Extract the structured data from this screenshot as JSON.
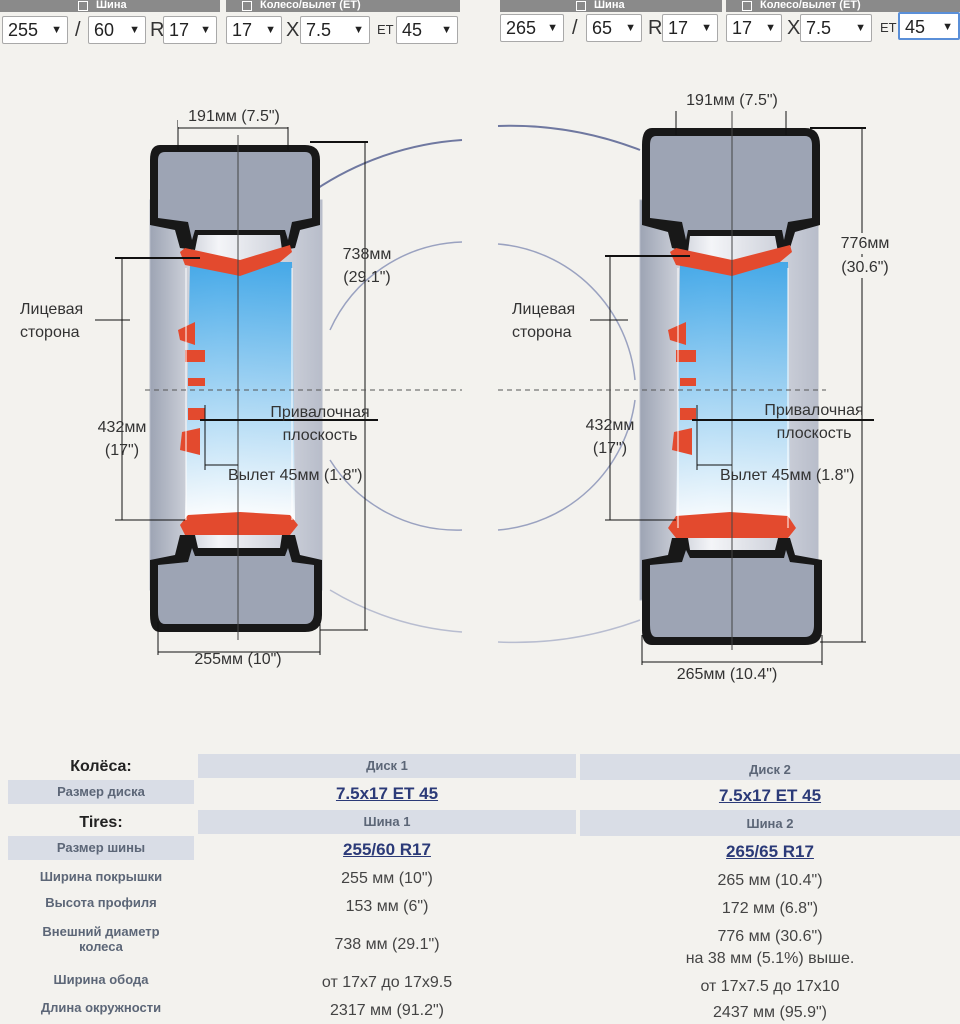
{
  "header": {
    "left": {
      "tire_tab": "Шина",
      "wheel_tab": "Колесо/вылет (ET)",
      "width": "255",
      "sep": "/",
      "profile": "60",
      "r": "R",
      "tire_dia": "17",
      "rim_dia": "17",
      "x": "X",
      "rim_w": "7.5",
      "et_label": "ET",
      "et": "45"
    },
    "right": {
      "tire_tab": "Шина",
      "wheel_tab": "Колесо/вылет (ET)",
      "width": "265",
      "sep": "/",
      "profile": "65",
      "r": "R",
      "tire_dia": "17",
      "rim_dia": "17",
      "x": "X",
      "rim_w": "7.5",
      "et_label": "ET",
      "et": "45"
    }
  },
  "diagram": {
    "left": {
      "rim_width": "191мм (7.5\")",
      "outer_dia": "738мм",
      "outer_dia_in": "(29.1\")",
      "face_side_1": "Лицевая",
      "face_side_2": "сторона",
      "rim_dia": "432мм",
      "rim_dia_in": "(17\")",
      "mount_1": "Привалочная",
      "mount_2": "плоскость",
      "offset": "Вылет 45мм (1.8\")",
      "tire_width": "255мм (10\")"
    },
    "right": {
      "rim_width": "191мм (7.5\")",
      "outer_dia": "776мм",
      "outer_dia_in": "(30.6\")",
      "face_side_1": "Лицевая",
      "face_side_2": "сторона",
      "rim_dia": "432мм",
      "rim_dia_in": "(17\")",
      "mount_1": "Привалочная",
      "mount_2": "плоскость",
      "offset": "Вылет 45мм (1.8\")",
      "tire_width": "265мм (10.4\")"
    },
    "colors": {
      "tire": "#181818",
      "tread": "#9da4b4",
      "rim": "#e34a2e",
      "blue_top": "#3ea6e8",
      "guide": "#8893b5"
    }
  },
  "specs": {
    "wheels_title": "Колёса:",
    "disk1": "Диск 1",
    "disk2": "Диск 2",
    "rim_size_label": "Размер диска",
    "rim_size_1": "7.5x17 ET 45",
    "rim_size_2": "7.5x17 ET 45",
    "tires_title": "Tires:",
    "tire1": "Шина 1",
    "tire2": "Шина 2",
    "tire_size_label": "Размер шины",
    "tire_size_1": "255/60 R17",
    "tire_size_2": "265/65 R17",
    "tread_w_label": "Ширина покрышки",
    "tread_w_1": "255 мм (10\")",
    "tread_w_2": "265 мм (10.4\")",
    "profile_label": "Высота профиля",
    "profile_1": "153 мм (6\")",
    "profile_2": "172 мм (6.8\")",
    "outer_label_1": "Внешний диаметр",
    "outer_label_2": "колеса",
    "outer_1": "738 мм (29.1\")",
    "outer_2": "776 мм (30.6\")",
    "outer_note_2": "на 38 мм (5.1%) выше.",
    "rim_range_label": "Ширина обода",
    "rim_range_1": "от 17x7 до 17x9.5",
    "rim_range_2": "от 17x7.5 до 17x10",
    "circ_label": "Длина окружности",
    "circ_1": "2317 мм (91.2\")",
    "circ_2": "2437 мм (95.9\")"
  }
}
